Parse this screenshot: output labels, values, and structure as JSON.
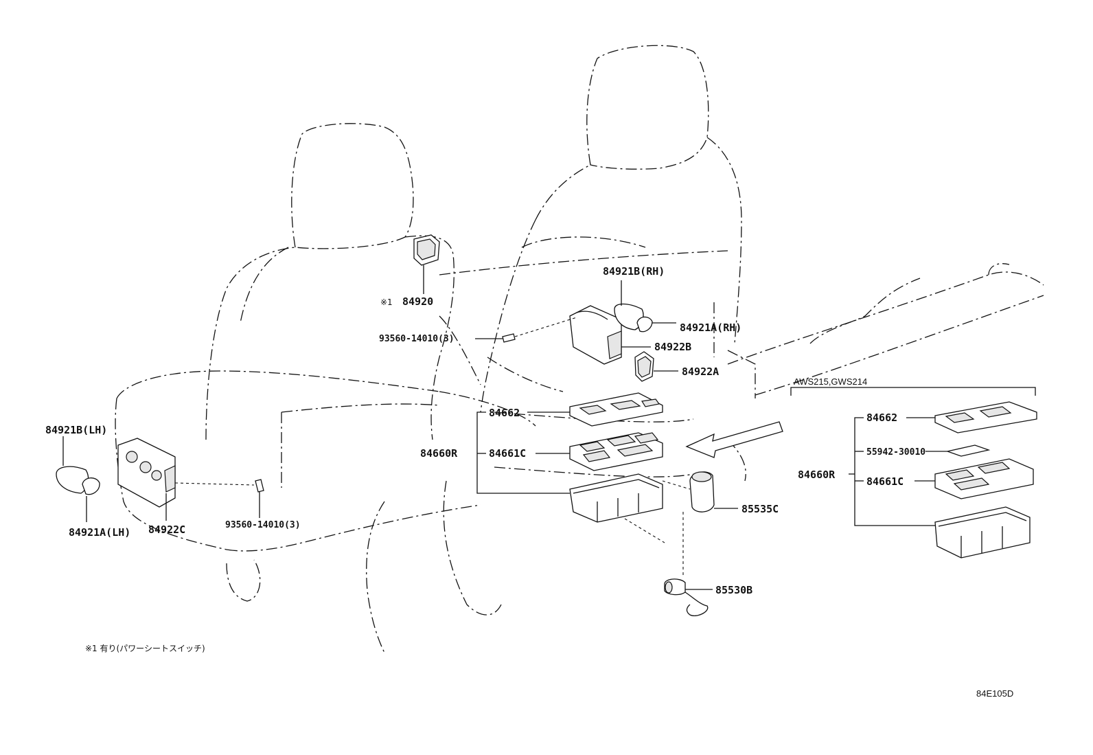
{
  "labels": {
    "p84920": "84920",
    "p84920_mark": "※1",
    "p84921b_rh": "84921B(RH)",
    "p84921a_rh": "84921A(RH)",
    "p84922b": "84922B",
    "p84922a": "84922A",
    "p93560_top": "93560-14010(3)",
    "p93560_bottom": "93560-14010(3)",
    "p84662": "84662",
    "p84660r": "84660R",
    "p84661c": "84661C",
    "p85535c": "85535C",
    "p85530b": "85530B",
    "p84921b_lh": "84921B(LH)",
    "p84921a_lh": "84921A(LH)",
    "p84922c": "84922C",
    "variant_title": "AWS215,GWS214",
    "v_84662": "84662",
    "v_55942": "55942-30010",
    "v_84660r": "84660R",
    "v_84661c": "84661C"
  },
  "footnote": "※1  有り(パワーシートスイッチ)",
  "diagram_code": "84E105D"
}
